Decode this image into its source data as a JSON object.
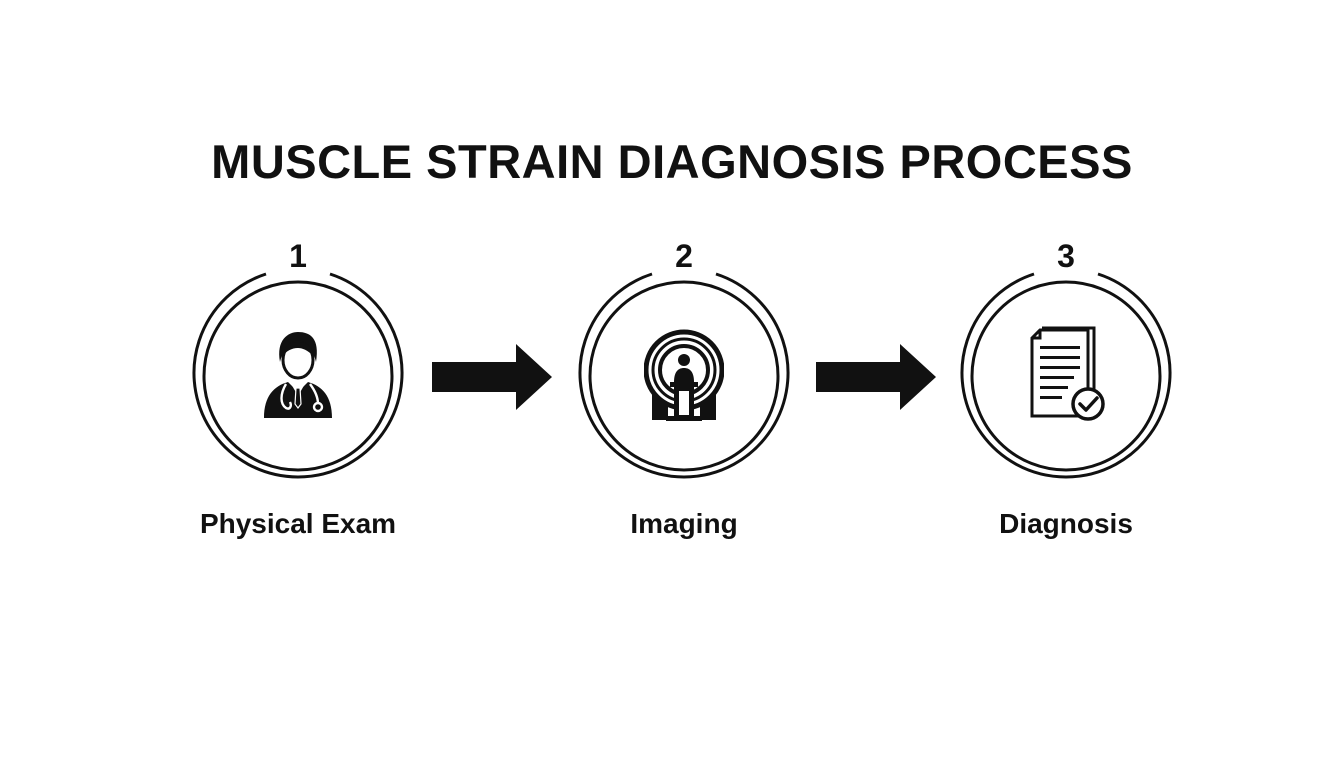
{
  "title": "MUSCLE STRAIN DIAGNOSIS PROCESS",
  "steps": [
    {
      "number": "1",
      "label": "Physical Exam",
      "icon": "doctor-icon"
    },
    {
      "number": "2",
      "label": "Imaging",
      "icon": "mri-scanner-icon"
    },
    {
      "number": "3",
      "label": "Diagnosis",
      "icon": "document-check-icon"
    }
  ],
  "colors": {
    "ink": "#111111",
    "background": "#ffffff"
  }
}
